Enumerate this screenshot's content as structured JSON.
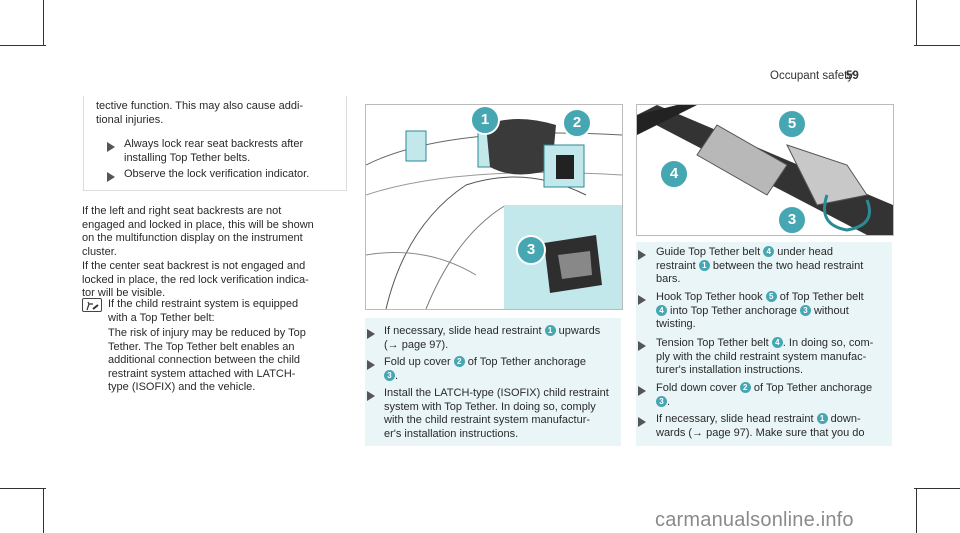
{
  "header": {
    "title": "Occupant safety",
    "page": "59"
  },
  "left": {
    "note_lines": [
      "tective function. This may also cause addi-",
      "tional injuries."
    ],
    "note_bullets": [
      [
        "Always lock rear seat backrests after",
        "installing Top Tether belts."
      ],
      [
        "Observe the lock verification indicator."
      ]
    ],
    "para1": [
      "If the left and right seat backrests are not",
      "engaged and locked in place, this will be shown",
      "on the multifunction display on the instrument",
      "cluster."
    ],
    "para2": [
      "If the center seat backrest is not engaged and",
      "locked in place, the red lock verification indica-",
      "tor will be visible."
    ],
    "env_icon": "child-seat-icon",
    "env_lines": [
      "If the child restraint system is equipped",
      "with a Top Tether belt:"
    ],
    "env_para": [
      "The risk of injury may be reduced by Top",
      "Tether. The Top Tether belt enables an",
      "additional connection between the child",
      "restraint system attached with LATCH-",
      "type (ISOFIX) and the vehicle."
    ]
  },
  "middle": {
    "callouts": [
      "1",
      "2",
      "3"
    ],
    "s1": {
      "a": "If necessary, slide head restraint ",
      "n": "1",
      "b": " upwards",
      "c": "(→ page 97)."
    },
    "s2": {
      "a": "Fold up cover ",
      "n": "2",
      "b": " of Top Tether anchorage",
      "n2": "3",
      "c": "."
    },
    "s3": [
      "Install the LATCH-type (ISOFIX) child restraint",
      "system with Top Tether. In doing so, comply",
      "with the child restraint system manufactur-",
      "er's installation instructions."
    ]
  },
  "right": {
    "callouts": [
      "5",
      "4",
      "3"
    ],
    "s1": {
      "a": "Guide Top Tether belt ",
      "n": "4",
      "b": " under head",
      "c": "restraint ",
      "n2": "1",
      "d": " between the two head restraint",
      "e": "bars."
    },
    "s2": {
      "a": "Hook Top Tether hook ",
      "n": "5",
      "b": " of Top Tether belt",
      "n2": "4",
      "c": " into Top Tether anchorage ",
      "n3": "3",
      "d": " without",
      "e": "twisting."
    },
    "s3": {
      "a": "Tension Top Tether belt ",
      "n": "4",
      "b": ". In doing so, com-",
      "c": "ply with the child restraint system manufac-",
      "d": "turer's installation instructions."
    },
    "s4": {
      "a": "Fold down cover ",
      "n": "2",
      "b": " of Top Tether anchorage",
      "n2": "3",
      "c": "."
    },
    "s5": {
      "a": "If necessary, slide head restraint ",
      "n": "1",
      "b": " down-",
      "c": "wards (→ page 97). Make sure that you do"
    }
  },
  "watermark": "carmanualsonline.info",
  "colors": {
    "accent": "#46a7b3",
    "highlight": "#c2e8ec"
  }
}
